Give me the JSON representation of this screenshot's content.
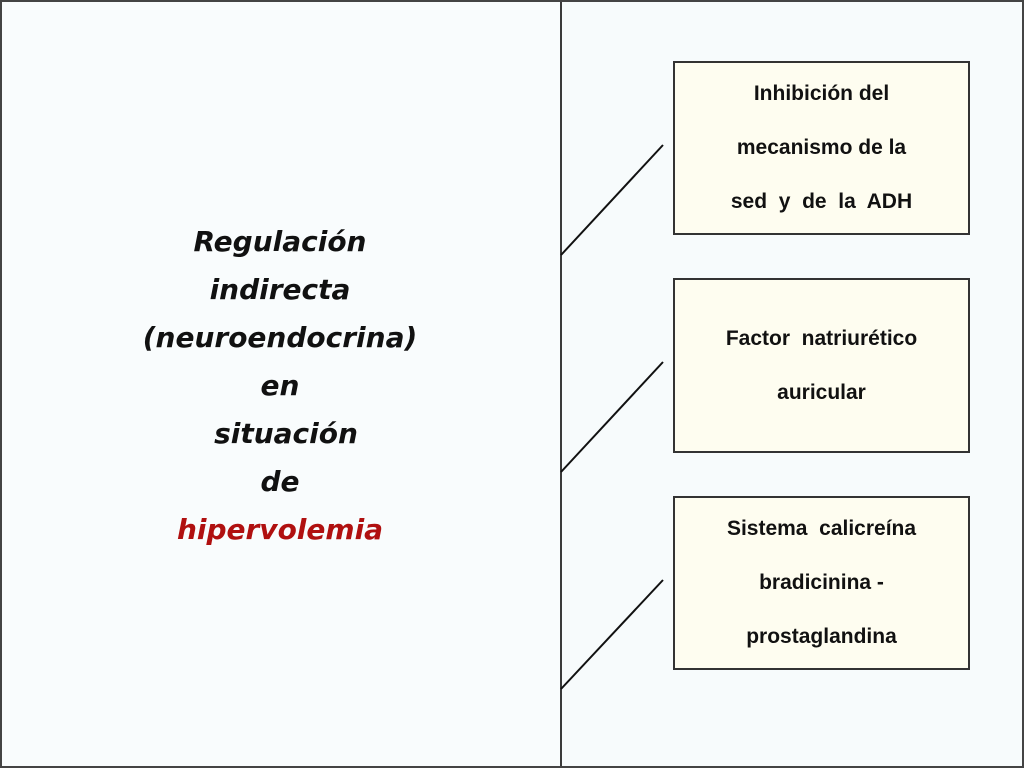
{
  "title": {
    "lines": [
      "Regulación",
      "indirecta",
      "(neuroendocrina)",
      "en",
      "situación",
      "de"
    ],
    "highlight": "hipervolemia",
    "highlight_color": "#b01010"
  },
  "boxes": [
    {
      "lines": [
        "Inhibición del",
        "mecanismo de la",
        "sed  y  de  la  ADH"
      ]
    },
    {
      "lines": [
        "Factor  natriurético",
        "auricular"
      ]
    },
    {
      "lines": [
        "Sistema  calicreína",
        "bradicinina -",
        "prostaglandina"
      ]
    }
  ],
  "colors": {
    "background": "#f7fbfc",
    "box_fill": "#fefdf0",
    "border": "#333333"
  }
}
